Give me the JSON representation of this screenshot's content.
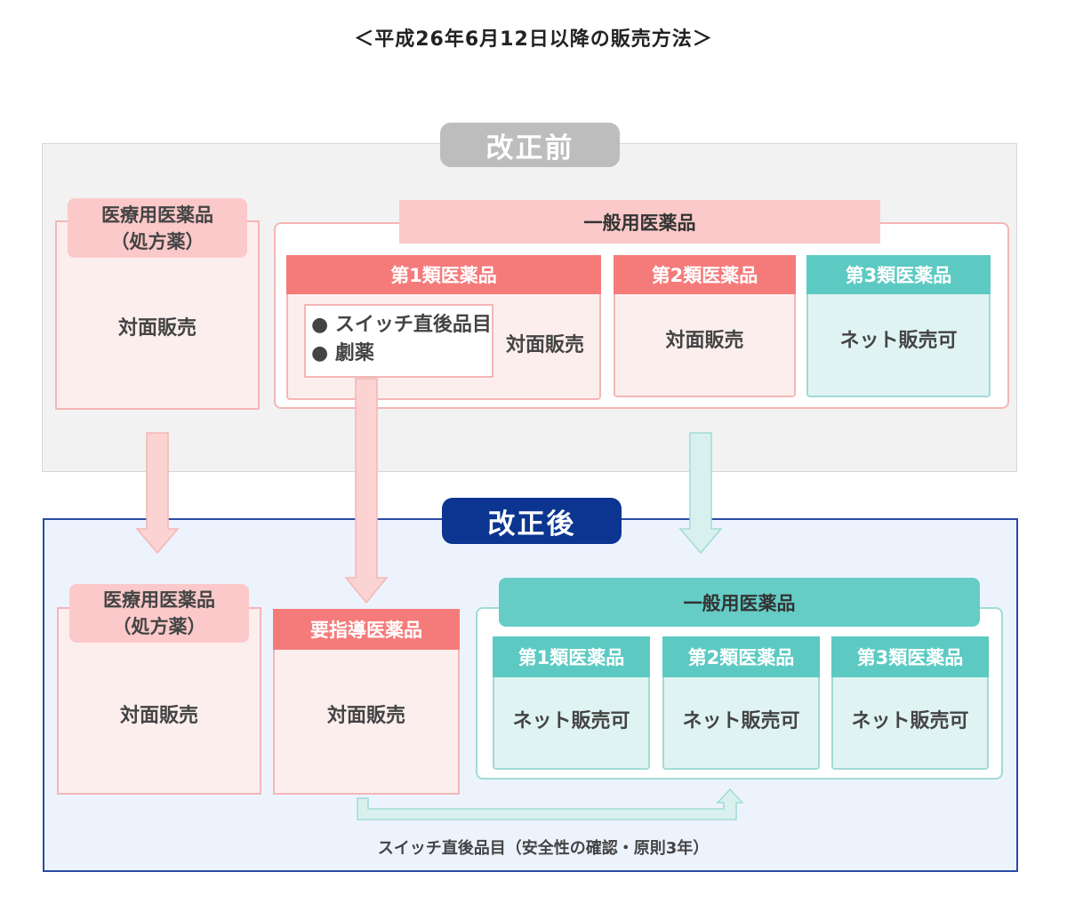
{
  "title": "＜平成26年6月12日以降の販売方法＞",
  "before": {
    "label": "改正前",
    "prescription": {
      "heading_line1": "医療用医薬品",
      "heading_line2": "（処方薬）",
      "sales": "対面販売"
    },
    "otc": {
      "heading": "一般用医薬品",
      "class1": {
        "heading": "第1類医薬品",
        "bullets": [
          "● スイッチ直後品目",
          "● 劇薬"
        ],
        "sales": "対面販売"
      },
      "class2": {
        "heading": "第2類医薬品",
        "sales": "対面販売"
      },
      "class3": {
        "heading": "第3類医薬品",
        "sales": "ネット販売可"
      }
    }
  },
  "after": {
    "label": "改正後",
    "prescription": {
      "heading_line1": "医療用医薬品",
      "heading_line2": "（処方薬）",
      "sales": "対面販売"
    },
    "guidance": {
      "heading": "要指導医薬品",
      "sales": "対面販売"
    },
    "otc": {
      "heading": "一般用医薬品",
      "class1": {
        "heading": "第1類医薬品",
        "sales": "ネット販売可"
      },
      "class2": {
        "heading": "第2類医薬品",
        "sales": "ネット販売可"
      },
      "class3": {
        "heading": "第3類医薬品",
        "sales": "ネット販売可"
      }
    },
    "note": "スイッチ直後品目（安全性の確認・原則3年）"
  },
  "colors": {
    "before_pill": "#bdbdbd",
    "after_pill": "#0b3590",
    "red_header": "#f57b7b",
    "teal_header": "#5ccac2",
    "pink_fill": "#fdeeee",
    "teal_fill": "#dff4f2"
  }
}
